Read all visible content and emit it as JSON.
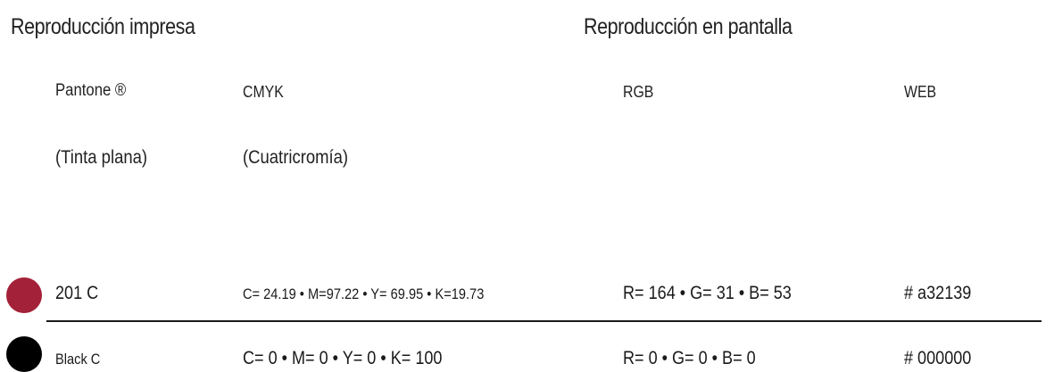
{
  "sections": {
    "print_title": "Reproducción impresa",
    "screen_title": "Reproducción en pantalla"
  },
  "columns": {
    "pantone": {
      "label": "Pantone ®",
      "sub": "(Tinta plana)"
    },
    "cmyk": {
      "label": "CMYK",
      "sub": "(Cuatricromía)"
    },
    "rgb": {
      "label": "RGB"
    },
    "web": {
      "label": "WEB"
    }
  },
  "colors": [
    {
      "swatch_hex": "#a32139",
      "pantone": "201 C",
      "cmyk": "C= 24.19 • M=97.22 • Y= 69.95 • K=19.73",
      "rgb": "R= 164 • G= 31 • B= 53",
      "web": "# a32139"
    },
    {
      "swatch_hex": "#000000",
      "pantone": "Black  C",
      "cmyk": "C= 0 • M= 0 • Y= 0 • K= 100",
      "rgb": "R= 0 • G= 0 • B= 0",
      "web": "# 000000"
    }
  ]
}
